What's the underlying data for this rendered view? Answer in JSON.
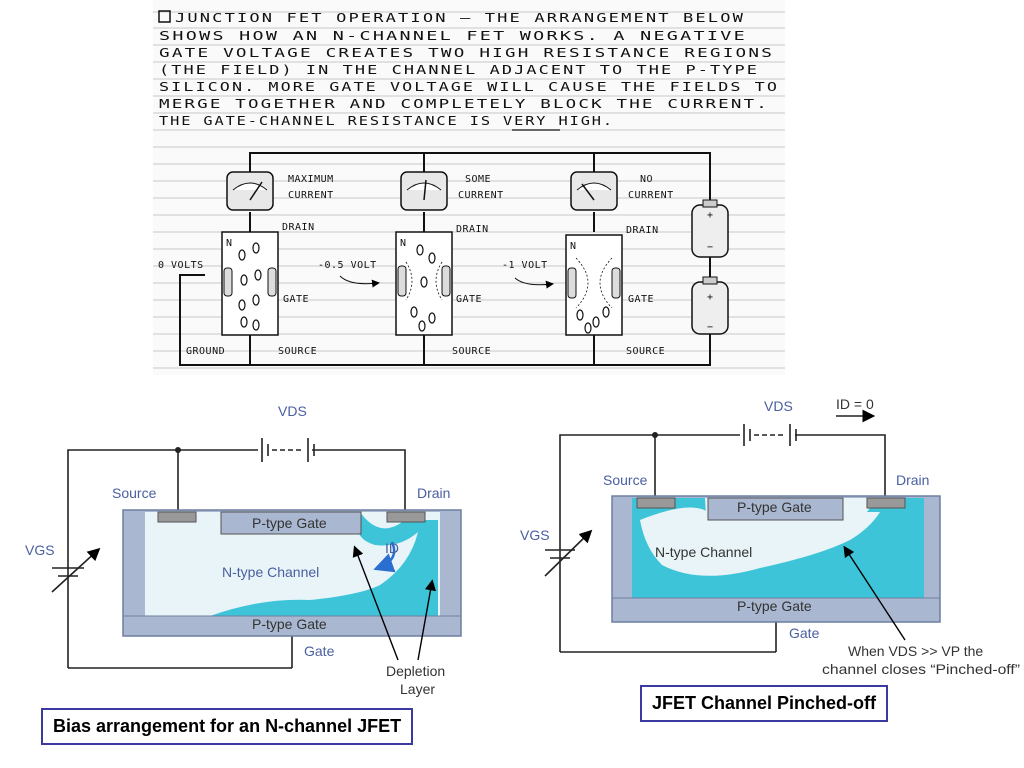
{
  "sketch": {
    "lines": [
      "JUNCTION FET OPERATION — THE ARRANGEMENT BELOW",
      "SHOWS HOW AN N-CHANNEL FET WORKS. A NEGATIVE",
      "GATE VOLTAGE CREATES TWO HIGH RESISTANCE REGIONS",
      "(THE FIELD) IN THE CHANNEL ADJACENT TO THE P-TYPE",
      "SILICON. MORE GATE VOLTAGE WILL CAUSE THE FIELDS TO",
      "MERGE TOGETHER AND COMPLETELY BLOCK THE CURRENT.",
      "THE GATE-CHANNEL RESISTANCE IS VERY HIGH."
    ],
    "meters": [
      {
        "label1": "MAXIMUM",
        "label2": "CURRENT"
      },
      {
        "label1": "SOME",
        "label2": "CURRENT"
      },
      {
        "label1": "NO",
        "label2": "CURRENT"
      }
    ],
    "volts": [
      "0 VOLTS",
      "-0.5 VOLT",
      "-1 VOLT"
    ],
    "drain": "DRAIN",
    "gate": "GATE",
    "source": "SOURCE",
    "ground": "GROUND",
    "n": "N",
    "plus": "+",
    "minus": "−"
  },
  "left_diagram": {
    "vds": "VDS",
    "vgs": "VGS",
    "source": "Source",
    "drain": "Drain",
    "top_gate": "P-type Gate",
    "bottom_gate": "P-type Gate",
    "channel": "N-type Channel",
    "id": "ID",
    "gate": "Gate",
    "depletion1": "Depletion",
    "depletion2": "Layer",
    "caption": "Bias arrangement for an N-channel JFET"
  },
  "right_diagram": {
    "vds": "VDS",
    "vgs": "VGS",
    "id_zero": "ID = 0",
    "source": "Source",
    "drain": "Drain",
    "top_gate": "P-type Gate",
    "bottom_gate": "P-type Gate",
    "channel": "N-type Channel",
    "gate": "Gate",
    "note1": "When VDS >> VP the",
    "note2": "channel closes “Pinched-off”",
    "caption": "JFET Channel Pinched-off"
  }
}
